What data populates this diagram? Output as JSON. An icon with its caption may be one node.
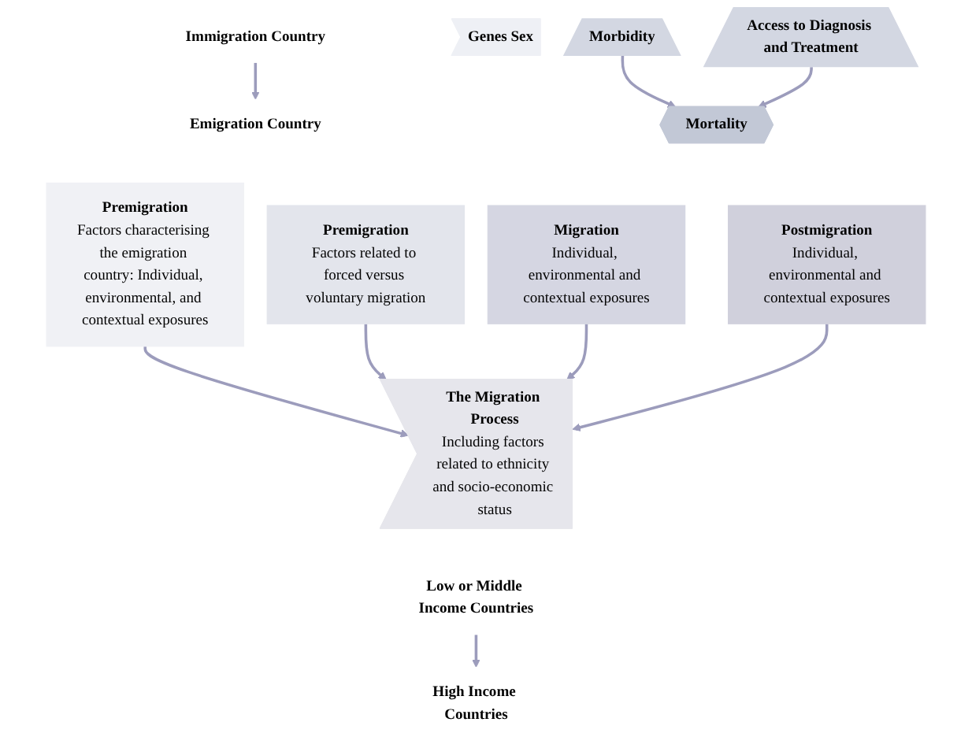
{
  "diagram": {
    "nodes": [
      {
        "text": [
          "Emigration Country"
        ]
      },
      {
        "text": [
          "Immigration Country"
        ]
      },
      {
        "text": [
          "Genes Sex"
        ]
      },
      {
        "text": [
          "The Migration Process",
          "Including factors related to ethnicity and socio-economic status"
        ]
      },
      {
        "text": [
          "Morbidity"
        ]
      },
      {
        "text": [
          "Access to Diagnosis and Treatment"
        ]
      },
      {
        "text": [
          "Mortality"
        ]
      },
      {
        "text": [
          "Premigration",
          "Factors characterising the emigration country: Individual, environmental, and contextual exposures"
        ]
      },
      {
        "text": [
          "Premigration",
          "Factors related to forced versus voluntary migration"
        ]
      },
      {
        "text": [
          "Migration",
          "Individual, environmental and contextual exposures"
        ]
      },
      {
        "text": [
          "Postmigration",
          "Individual, environmental and contextual exposures"
        ]
      },
      {
        "text": [
          "Low or Middle Income Countries"
        ]
      },
      {
        "text": [
          "High Income Countries"
        ]
      }
    ],
    "edges": [
      {
        "from": 1,
        "to": 0,
        "arrow": "to"
      },
      {
        "from": 7,
        "to": 3,
        "arrow": "to"
      },
      {
        "from": 8,
        "to": 3,
        "arrow": "to"
      },
      {
        "from": 9,
        "to": 3,
        "arrow": "to"
      },
      {
        "from": 10,
        "to": 3,
        "arrow": "to"
      },
      {
        "from": 4,
        "to": 6,
        "arrow": "to"
      },
      {
        "from": 5,
        "to": 6,
        "arrow": "to"
      },
      {
        "from": 11,
        "to": 12,
        "arrow": "to"
      }
    ]
  }
}
